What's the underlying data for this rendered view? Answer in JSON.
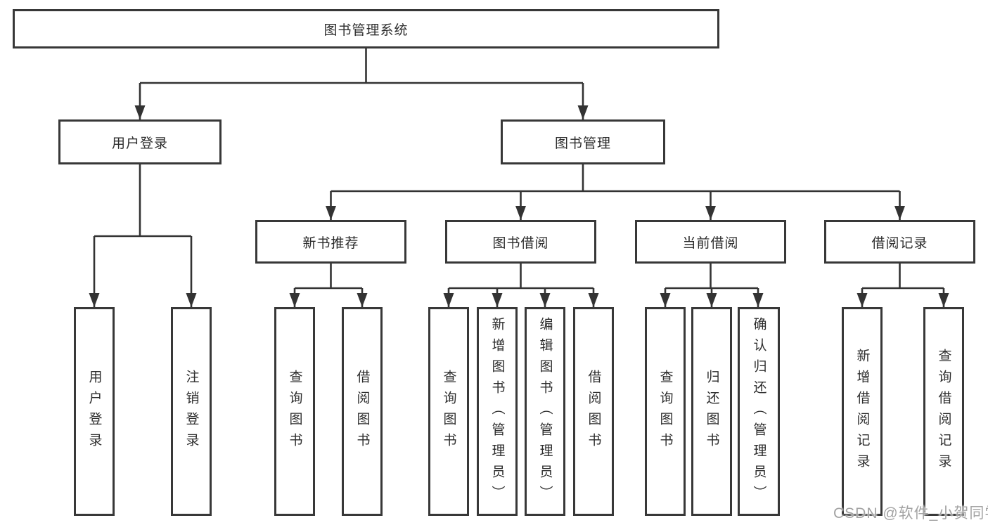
{
  "diagram": {
    "root": {
      "label": "图书管理系统"
    },
    "user_login": {
      "label": "用户登录",
      "children": {
        "login": {
          "label": "用户登录"
        },
        "logout": {
          "label": "注销登录"
        }
      }
    },
    "book_mgmt": {
      "label": "图书管理",
      "children": {
        "new_books": {
          "label": "新书推荐",
          "children": {
            "query_books": {
              "label": "查询图书"
            },
            "borrow_books": {
              "label": "借阅图书"
            }
          }
        },
        "book_borrow": {
          "label": "图书借阅",
          "children": {
            "query_books": {
              "label": "查询图书"
            },
            "add_books": {
              "label": "新增图书（管理员）"
            },
            "edit_books": {
              "label": "编辑图书（管理员）"
            },
            "borrow_books": {
              "label": "借阅图书"
            }
          }
        },
        "current_borrow": {
          "label": "当前借阅",
          "children": {
            "query_books": {
              "label": "查询图书"
            },
            "return_books": {
              "label": "归还图书"
            },
            "confirm_return": {
              "label": "确认归还（管理员）"
            }
          }
        },
        "borrow_records": {
          "label": "借阅记录",
          "children": {
            "add_record": {
              "label": "新增借阅记录"
            },
            "query_record": {
              "label": "查询借阅记录"
            }
          }
        }
      }
    }
  },
  "watermark": {
    "text": "CSDN @软件_小贺同学"
  },
  "colors": {
    "line": "#333333",
    "box_border": "#383838",
    "box_fill": "#ffffff",
    "text": "#2d2d2d",
    "watermark": "#a3a3a3",
    "background": "#ffffff"
  }
}
